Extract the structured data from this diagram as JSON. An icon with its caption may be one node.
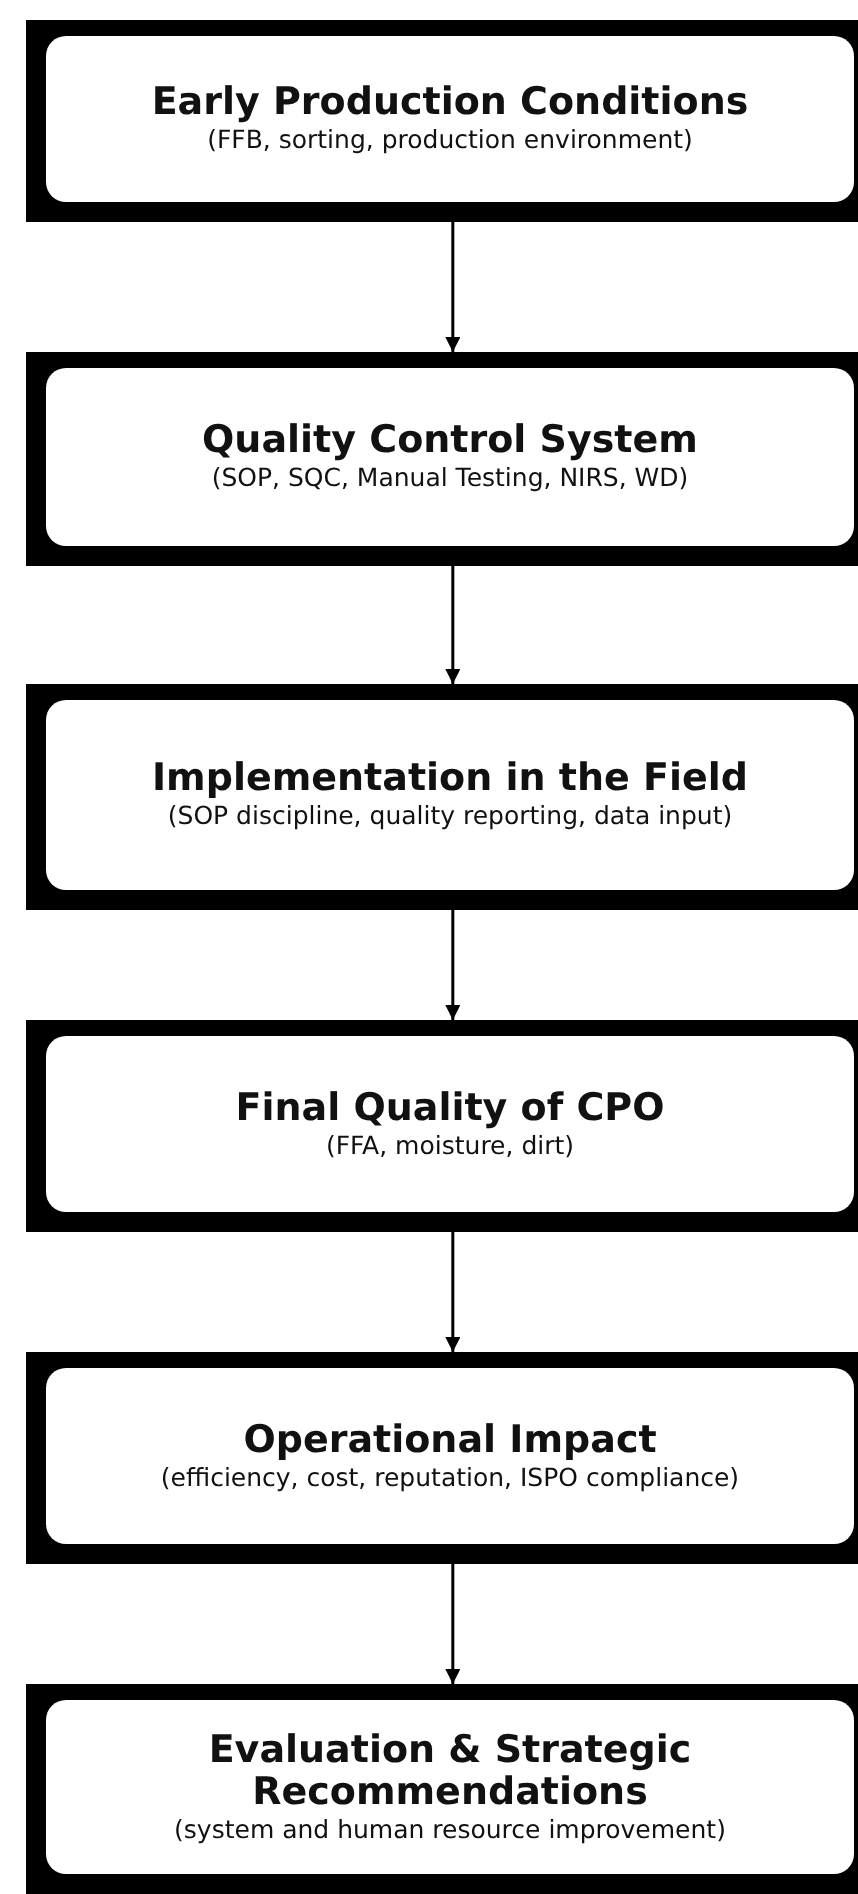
{
  "diagram": {
    "nodes": [
      {
        "text": [
          "Early Production Conditions",
          "(FFB, sorting, production environment)"
        ]
      },
      {
        "text": [
          "Quality Control System",
          "(SOP, SQC, Manual Testing, NIRS, WD)"
        ]
      },
      {
        "text": [
          "Implementation in the Field",
          "(SOP discipline, quality reporting, data input)"
        ]
      },
      {
        "text": [
          "Final Quality of CPO",
          "(FFA, moisture, dirt)"
        ]
      },
      {
        "text": [
          "Operational Impact",
          "(efficiency, cost, reputation, ISPO compliance)"
        ]
      },
      {
        "text": [
          "Evaluation & Strategic Recommendations",
          "(system and human resource improvement)"
        ]
      }
    ],
    "edges": [
      {
        "from": 0,
        "to": 1,
        "arrow": "to"
      },
      {
        "from": 1,
        "to": 2,
        "arrow": "to"
      },
      {
        "from": 2,
        "to": 3,
        "arrow": "to"
      },
      {
        "from": 3,
        "to": 4,
        "arrow": "to"
      },
      {
        "from": 4,
        "to": 5,
        "arrow": "to"
      }
    ]
  }
}
